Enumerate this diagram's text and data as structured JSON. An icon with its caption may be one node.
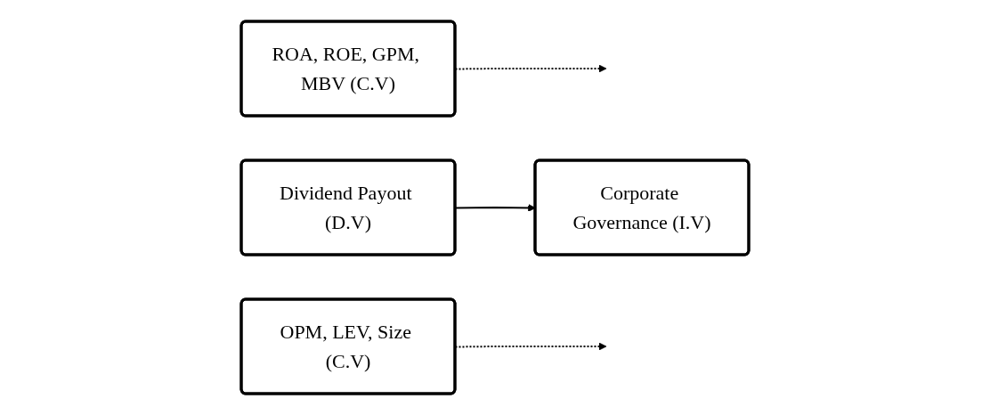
{
  "diagram": {
    "nodes": [
      {
        "text": [
          "ROA, ROE, GPM, MBV (C.V)"
        ]
      },
      {
        "text": [
          "Dividend Payout (D.V)"
        ]
      },
      {
        "text": [
          "Corporate Governance (I.V)"
        ]
      },
      {
        "text": [
          "OPM, LEV, Size (C.V)"
        ]
      }
    ],
    "edges": [
      {
        "from": 1,
        "to": 2,
        "arrow": "to"
      },
      {
        "from": 0,
        "to": null,
        "arrow": "to",
        "style": "dashed"
      },
      {
        "from": 3,
        "to": null,
        "arrow": "to",
        "style": "dashed"
      }
    ]
  }
}
